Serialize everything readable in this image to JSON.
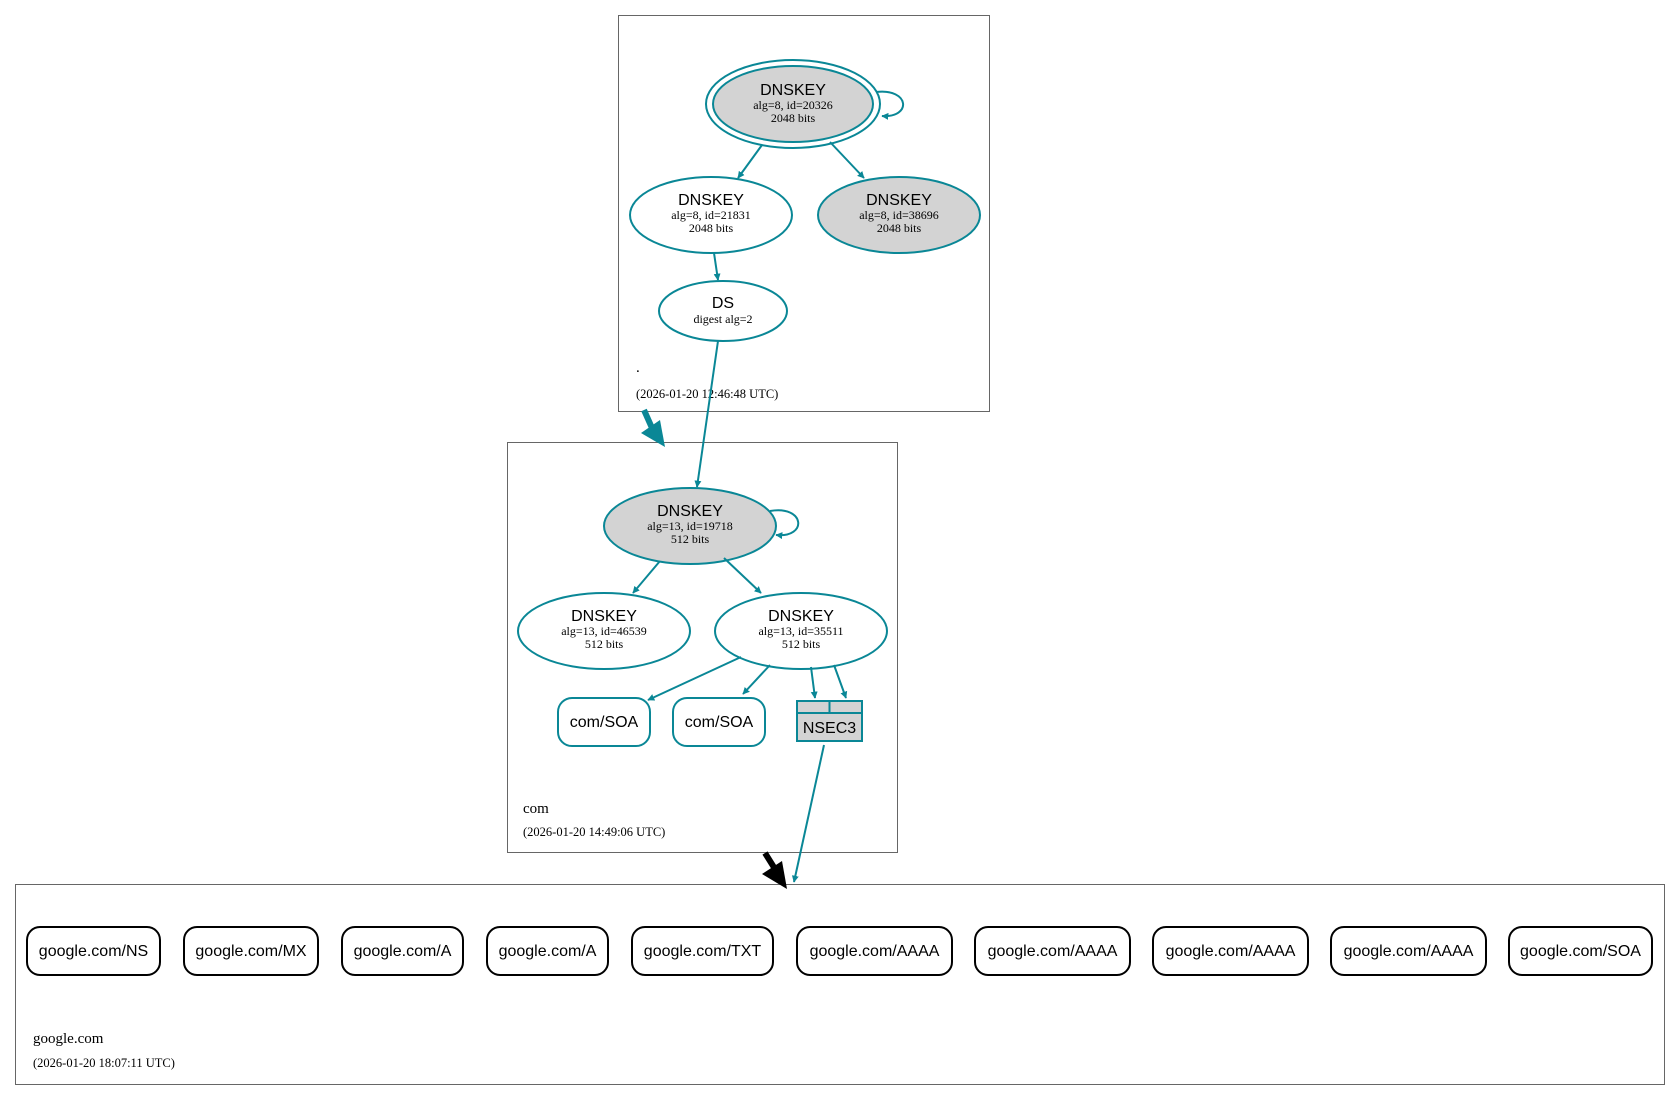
{
  "colors": {
    "accent": "#0a8796",
    "ksk_fill": "#d3d3d3",
    "zone_border": "#666666",
    "rrset_border_black": "#000000"
  },
  "zones": {
    "root": {
      "name": ".",
      "timestamp": "(2026-01-20 12:46:48 UTC)",
      "nodes": {
        "ksk": {
          "title": "DNSKEY",
          "line1": "alg=8, id=20326",
          "line2": "2048 bits"
        },
        "zsk1": {
          "title": "DNSKEY",
          "line1": "alg=8, id=21831",
          "line2": "2048 bits"
        },
        "zsk2": {
          "title": "DNSKEY",
          "line1": "alg=8, id=38696",
          "line2": "2048 bits"
        },
        "ds": {
          "title": "DS",
          "line1": "digest alg=2"
        }
      }
    },
    "com": {
      "name": "com",
      "timestamp": "(2026-01-20 14:49:06 UTC)",
      "nodes": {
        "ksk": {
          "title": "DNSKEY",
          "line1": "alg=13, id=19718",
          "line2": "512 bits"
        },
        "zsk1": {
          "title": "DNSKEY",
          "line1": "alg=13, id=46539",
          "line2": "512 bits"
        },
        "zsk2": {
          "title": "DNSKEY",
          "line1": "alg=13, id=35511",
          "line2": "512 bits"
        },
        "soa1": {
          "label": "com/SOA"
        },
        "soa2": {
          "label": "com/SOA"
        },
        "nsec3": {
          "label": "NSEC3"
        }
      }
    },
    "google": {
      "name": "google.com",
      "timestamp": "(2026-01-20 18:07:11 UTC)",
      "rrsets": [
        "google.com/NS",
        "google.com/MX",
        "google.com/A",
        "google.com/A",
        "google.com/TXT",
        "google.com/AAAA",
        "google.com/AAAA",
        "google.com/AAAA",
        "google.com/AAAA",
        "google.com/SOA"
      ]
    }
  }
}
